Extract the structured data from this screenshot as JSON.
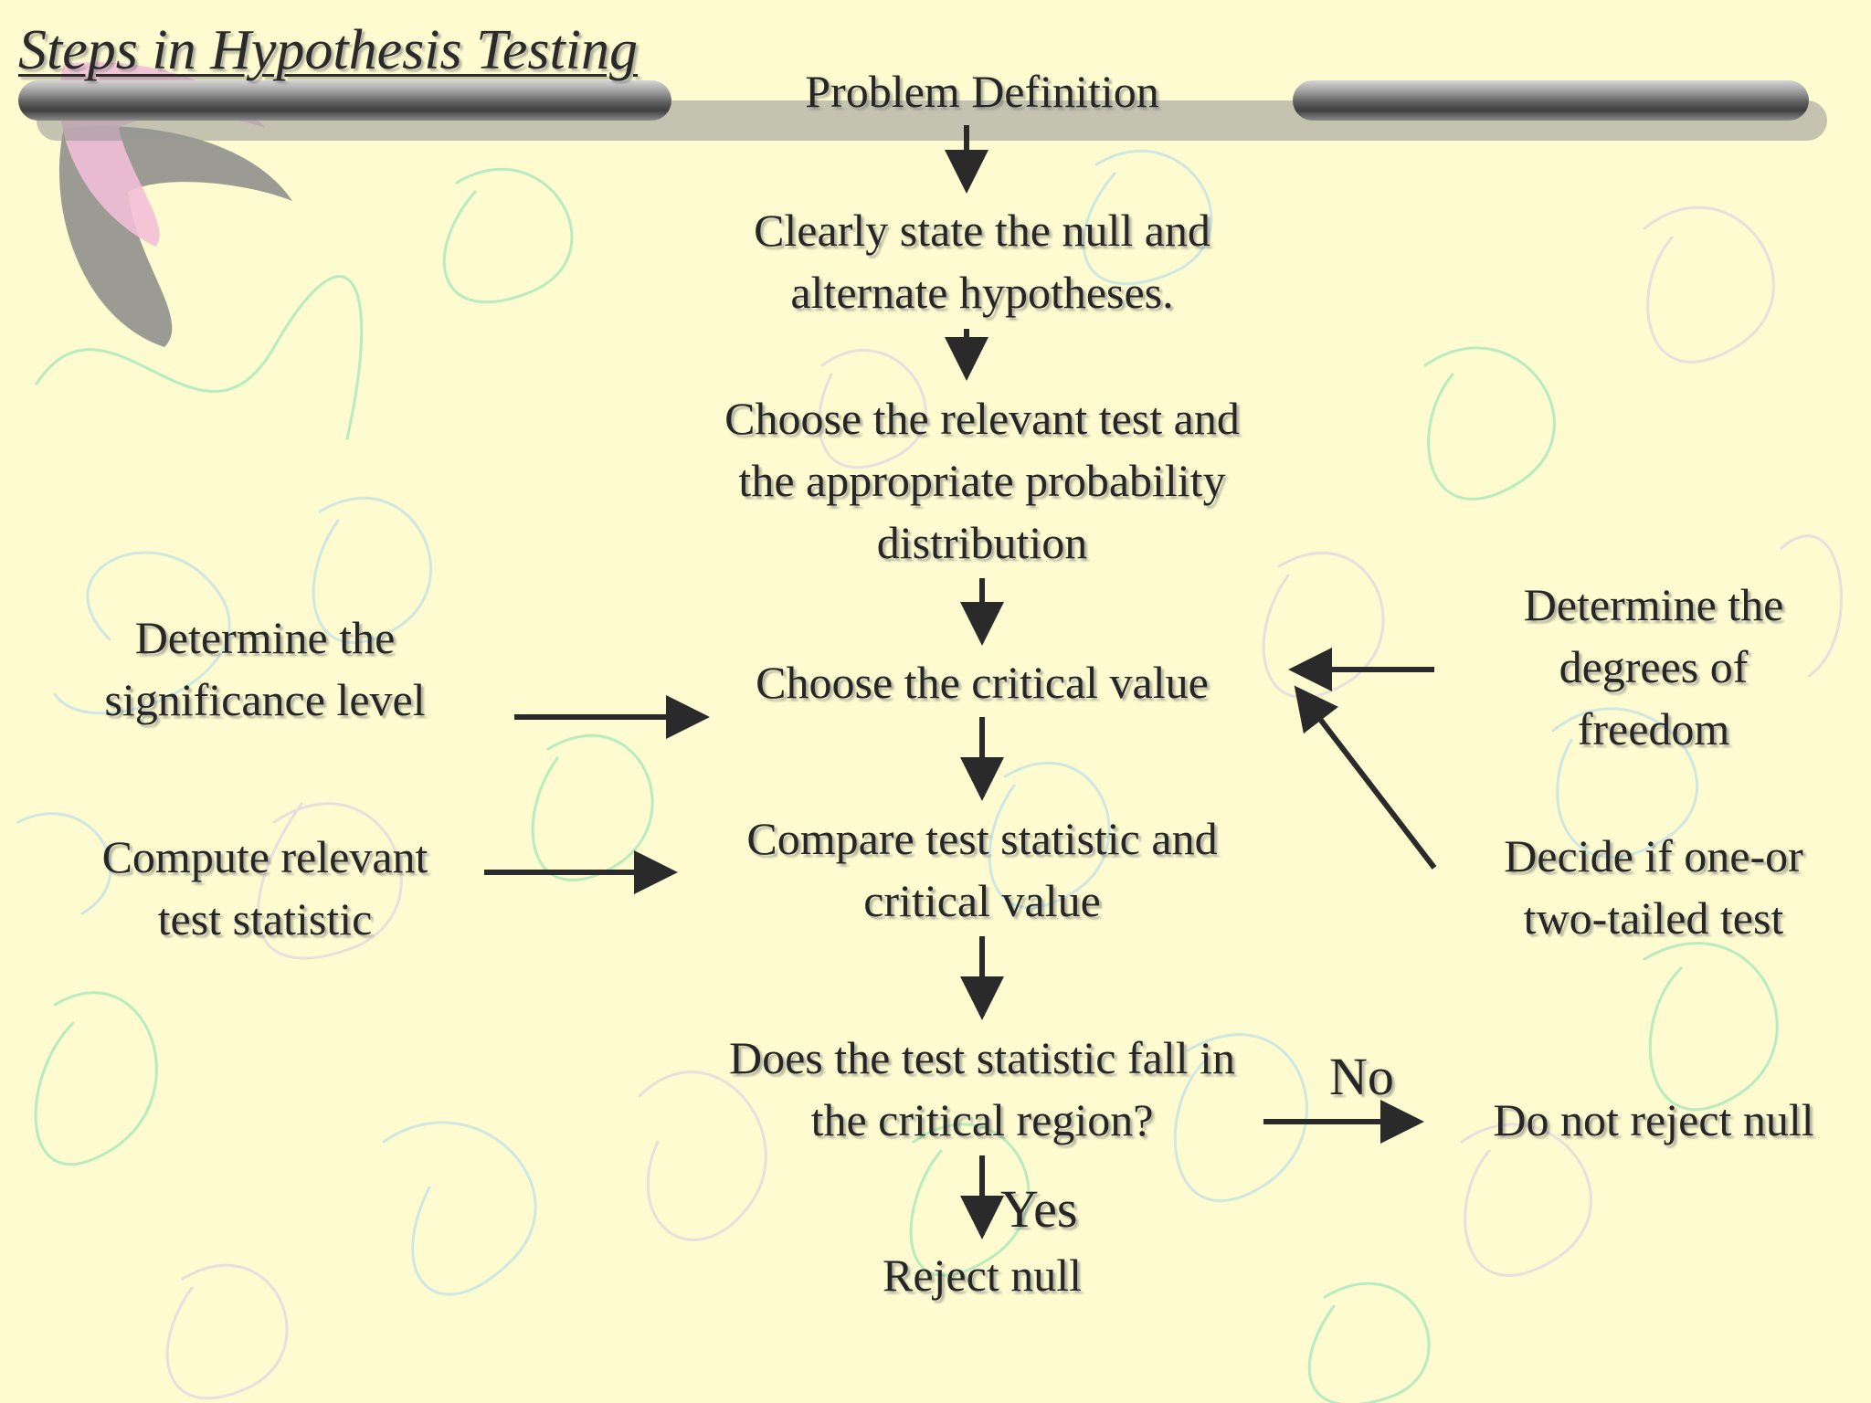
{
  "slide": {
    "title": "Steps in Hypothesis Testing",
    "steps": {
      "problem": "Problem Definition",
      "state": [
        "Clearly state the null and",
        "alternate hypotheses."
      ],
      "choose_test": [
        "Choose the relevant test and",
        "the appropriate probability",
        "distribution"
      ],
      "critical": "Choose the critical value",
      "compare": [
        "Compare test statistic and",
        "critical value"
      ],
      "decision": [
        "Does the test statistic fall in",
        "the critical region?"
      ],
      "reject": "Reject null"
    },
    "side": {
      "significance": [
        "Determine the",
        "significance level"
      ],
      "compute": [
        "Compute relevant",
        "test statistic"
      ],
      "dof": [
        "Determine the",
        "degrees of",
        "freedom"
      ],
      "tails": [
        "Decide if one-or",
        "two-tailed test"
      ],
      "not_reject": "Do not reject null"
    },
    "labels": {
      "no": "No",
      "yes": "Yes"
    }
  }
}
